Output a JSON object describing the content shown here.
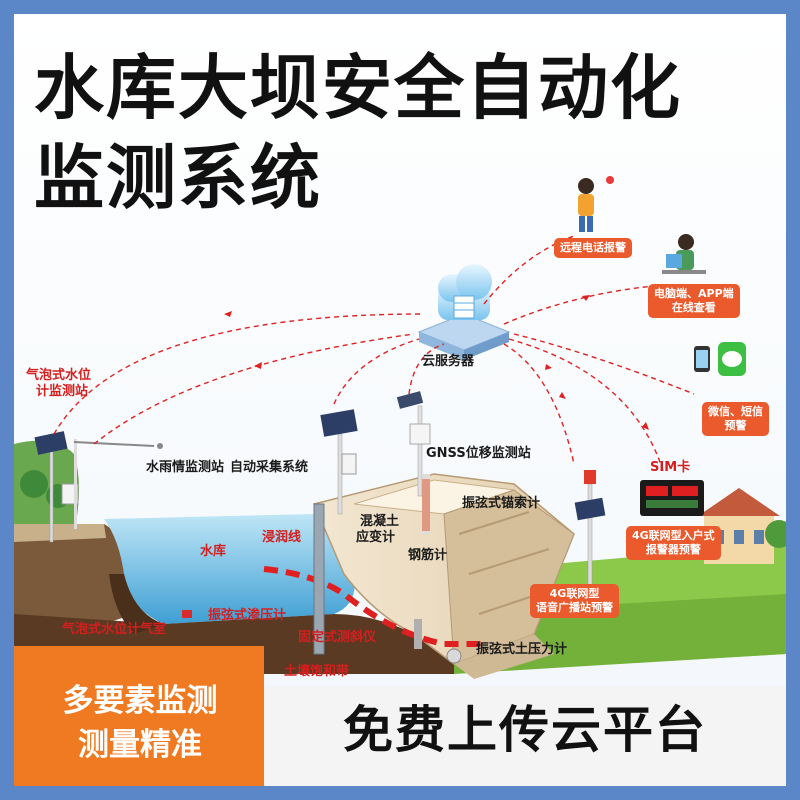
{
  "title": {
    "line1": "水库大坝安全自动化",
    "line2": "监测系统"
  },
  "labels": {
    "bubble_station": "气泡式水位\n计监测站",
    "bubble_station_line1": "气泡式水位",
    "bubble_station_line2": "计监测站",
    "rain_station": "水雨情监测站",
    "auto_collect": "自动采集系统",
    "cloud_server": "云服务器",
    "gnss": "GNSS位移监测站",
    "vibrating_anchor": "振弦式锚索计",
    "concrete_strain_line1": "混凝土",
    "concrete_strain_line2": "应变计",
    "rebar_meter": "钢筋计",
    "reservoir": "水库",
    "phreatic_line": "浸润线",
    "piezometer": "振弦式渗压计",
    "bubble_chamber": "气泡式水位计气室",
    "inclinometer": "固定式测斜仪",
    "saturation_zone": "土壤饱和带",
    "earth_pressure": "振弦式土压力计",
    "sim_card": "SIM卡"
  },
  "pills": {
    "remote_call": "远程电话报警",
    "pc_app_line1": "电脑端、APP端",
    "pc_app_line2": "在线查看",
    "wechat_sms_line1": "微信、短信",
    "wechat_sms_line2": "预警",
    "home_alarm_line1": "4G联网型入户式",
    "home_alarm_line2": "报警器预警",
    "broadcast_line1": "4G联网型",
    "broadcast_line2": "语音广播站预警"
  },
  "banners": {
    "left_line1": "多要素监测",
    "left_line2": "测量精准",
    "right": "免费上传云平台"
  },
  "colors": {
    "frame": "#5b86c8",
    "accent_red": "#d41f1f",
    "pill_orange": "#ea5a2c",
    "banner_orange": "#f07a21",
    "water": "#7fc4e6",
    "soil": "#5a3a22",
    "grass": "#7bbf3f"
  }
}
